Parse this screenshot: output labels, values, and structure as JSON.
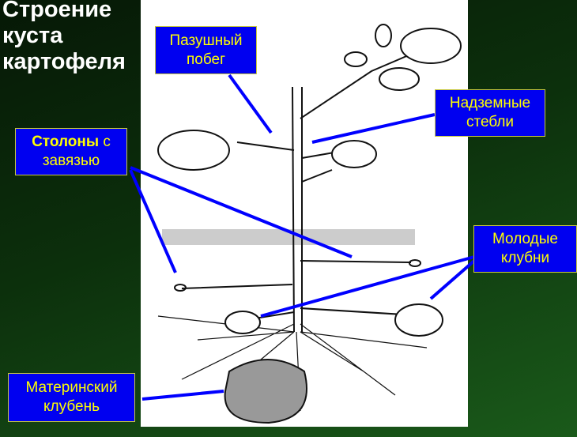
{
  "title": {
    "line1": "Строение",
    "line2": "куста",
    "line3": "картофеля"
  },
  "labels": {
    "axillary": {
      "line1": "Пазушный",
      "line2": "побег"
    },
    "stems": {
      "line1": "Надземные",
      "line2": "стебли"
    },
    "stolons": {
      "bold": "Столоны",
      "rest": " с",
      "line2": "завязью"
    },
    "young": {
      "line1": "Молодые",
      "line2": "клубни"
    },
    "mother": {
      "line1": "Материнский",
      "line2": "клубень"
    }
  },
  "colors": {
    "label_bg": "#0000f0",
    "label_text": "#ffff00",
    "arrow": "#0000ff"
  }
}
